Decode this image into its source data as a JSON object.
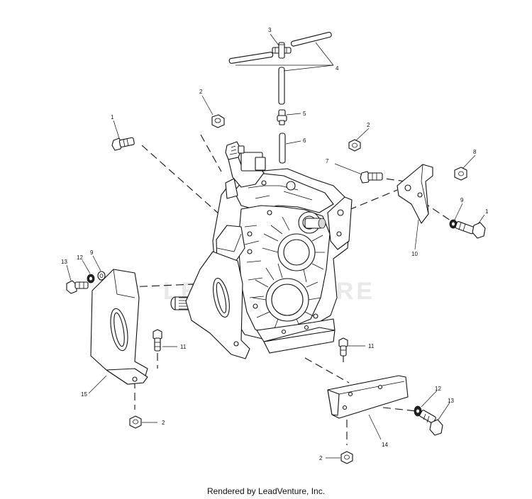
{
  "diagram": {
    "watermark": "LEADVENTURE",
    "footer": "Rendered by LeadVenture, Inc.",
    "callouts": [
      "1",
      "1",
      "2",
      "2",
      "2",
      "2",
      "3",
      "4",
      "5",
      "6",
      "7",
      "8",
      "9",
      "9",
      "10",
      "11",
      "11",
      "12",
      "12",
      "13",
      "13",
      "14",
      "15"
    ]
  }
}
